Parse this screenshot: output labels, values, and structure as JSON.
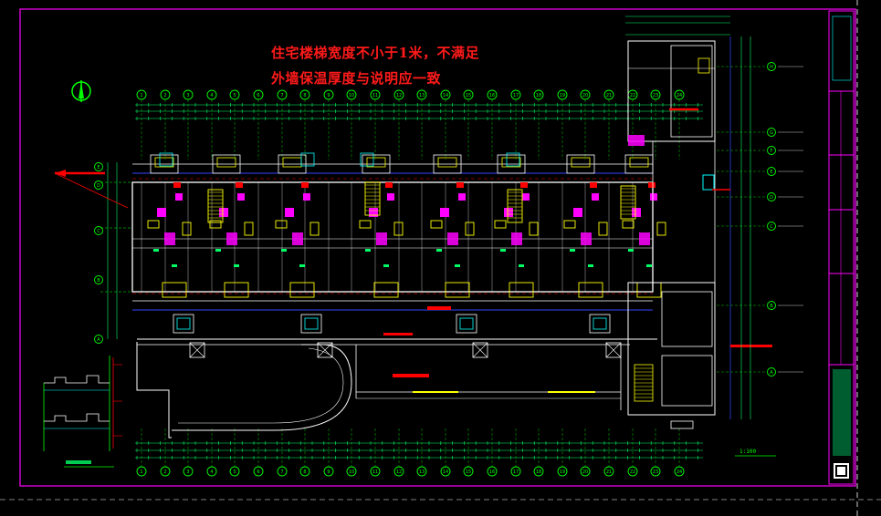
{
  "review_notes": {
    "line1": "住宅楼梯宽度不小于1米，不满足",
    "line2": "外墙保温厚度与说明应一致"
  },
  "drawing": {
    "scale_label": "1:100",
    "axis_labels_bottom": [
      "1",
      "2",
      "3",
      "4",
      "5",
      "6",
      "7",
      "8",
      "9",
      "10",
      "11",
      "12",
      "13",
      "14",
      "15",
      "16",
      "17",
      "18",
      "19",
      "20",
      "21",
      "22",
      "23",
      "24"
    ],
    "axis_labels_right": [
      "H",
      "G",
      "F",
      "E",
      "D",
      "C",
      "B",
      "A"
    ],
    "axis_labels_left": [
      "E",
      "D",
      "C",
      "B",
      "A"
    ]
  },
  "colors": {
    "background": "#000000",
    "frame": "#ff00ff",
    "walls": "#ffffff",
    "dimensions": "#00ff66",
    "axes": "#00ff00",
    "annotation": "#ff0000",
    "fixtures": "#ffff00",
    "equipment": "#ff00ff",
    "blue_lines": "#3344ff",
    "cyan": "#00ffff"
  }
}
